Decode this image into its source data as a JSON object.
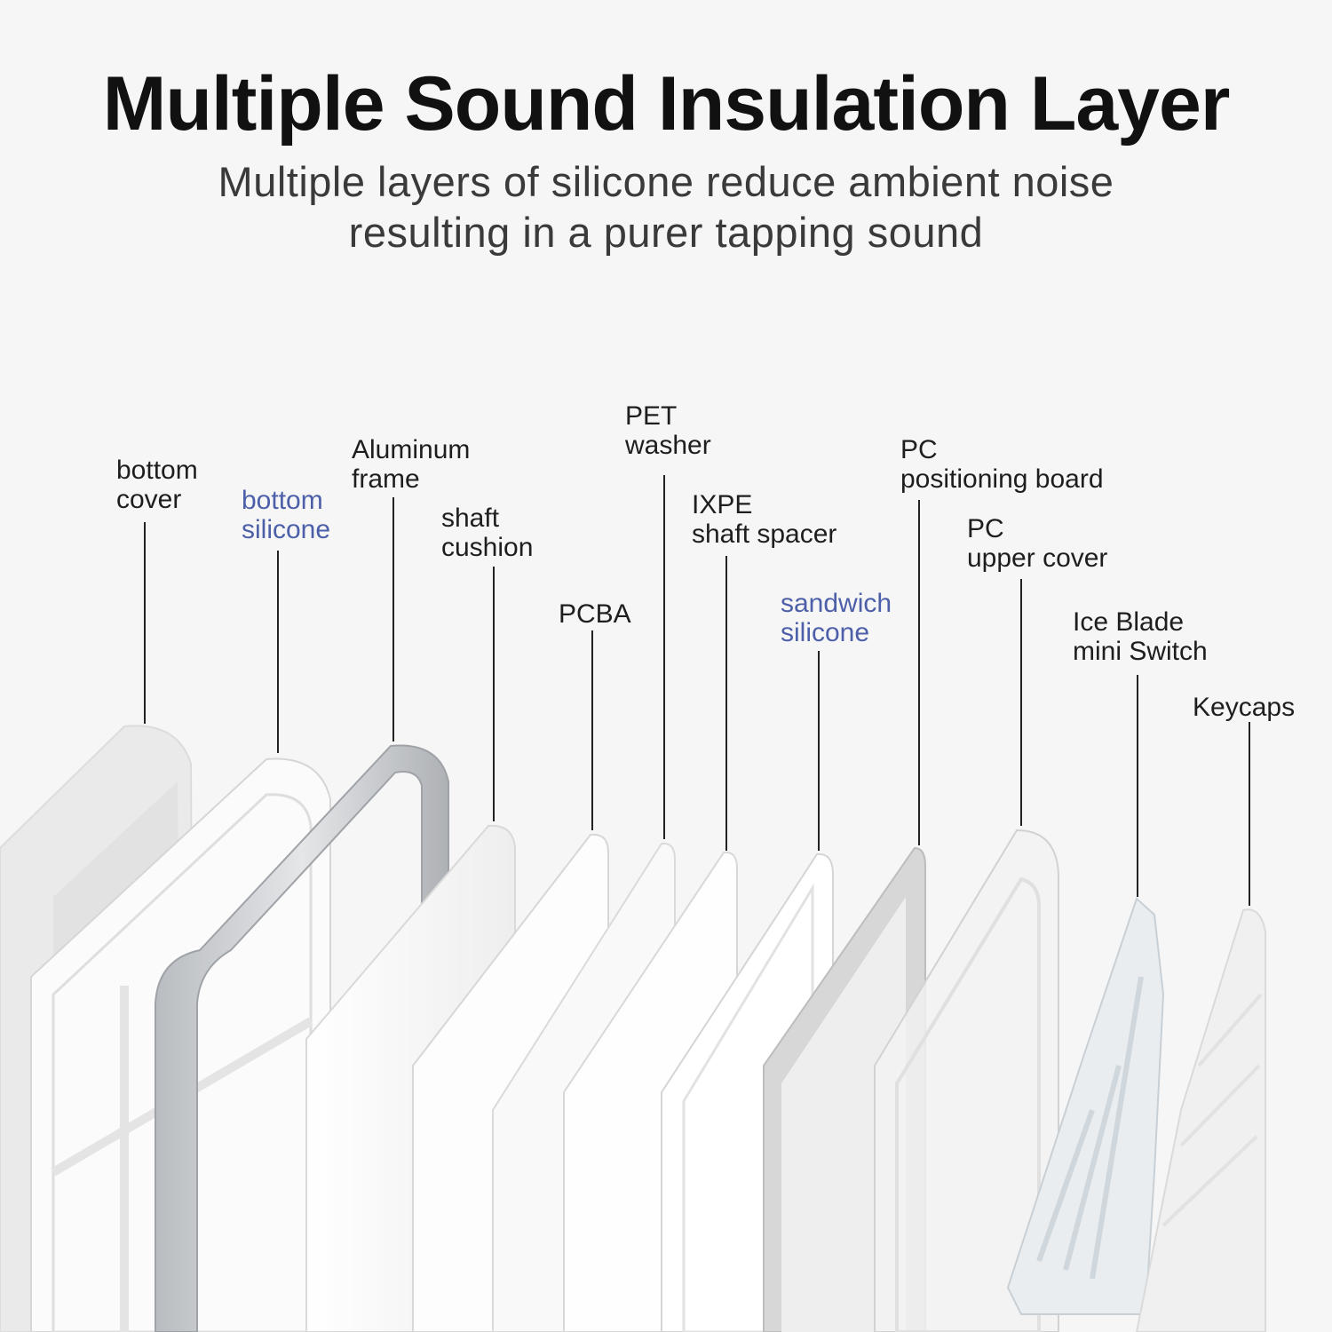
{
  "heading": {
    "title": "Multiple Sound Insulation Layer",
    "subtitle_line1": "Multiple layers of silicone reduce ambient noise",
    "subtitle_line2": "resulting in a purer tapping sound"
  },
  "colors": {
    "background": "#f6f6f6",
    "title": "#111111",
    "subtitle": "#3a3a3a",
    "label": "#1e1e1e",
    "silicone_accent": "#4c5fa8",
    "leader_line": "#222222"
  },
  "layers": [
    {
      "id": "bottom-cover",
      "lines": [
        "bottom",
        "cover"
      ],
      "accent": false
    },
    {
      "id": "bottom-silicone",
      "lines": [
        "bottom",
        "silicone"
      ],
      "accent": true
    },
    {
      "id": "aluminum-frame",
      "lines": [
        "Aluminum",
        "frame"
      ],
      "accent": false
    },
    {
      "id": "shaft-cushion",
      "lines": [
        "shaft",
        "cushion"
      ],
      "accent": false
    },
    {
      "id": "pcba",
      "lines": [
        "PCBA"
      ],
      "accent": false
    },
    {
      "id": "pet-washer",
      "lines": [
        "PET",
        "washer"
      ],
      "accent": false
    },
    {
      "id": "ixpe-shaft-spacer",
      "lines": [
        "IXPE",
        "shaft spacer"
      ],
      "accent": false
    },
    {
      "id": "sandwich-silicone",
      "lines": [
        "sandwich",
        "silicone"
      ],
      "accent": true
    },
    {
      "id": "pc-positioning-board",
      "lines": [
        "PC",
        "positioning board"
      ],
      "accent": false
    },
    {
      "id": "pc-upper-cover",
      "lines": [
        "PC",
        "upper cover"
      ],
      "accent": false
    },
    {
      "id": "ice-blade-mini-switch",
      "lines": [
        "Ice Blade",
        "mini Switch"
      ],
      "accent": false
    },
    {
      "id": "keycaps",
      "lines": [
        "Keycaps"
      ],
      "accent": false
    }
  ]
}
